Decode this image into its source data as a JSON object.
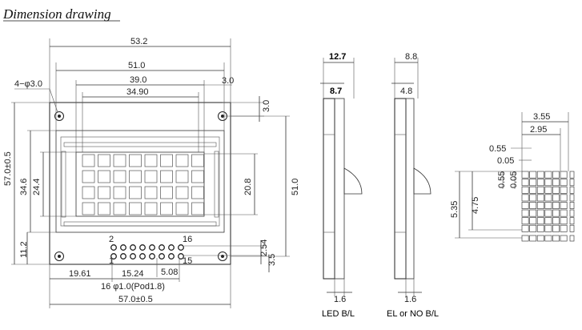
{
  "title": "Dimension drawing",
  "front_view": {
    "dims": {
      "width_overall": "53.2",
      "width_51": "51.0",
      "width_39": "39.0",
      "width_34_90": "34.90",
      "offset_3_0_top": "3.0",
      "offset_3_0_right": "3.0",
      "holes": "4−φ3.0",
      "height_57": "57.0±0.5",
      "height_34_6": "34.6",
      "height_24_4": "24.4",
      "height_11_2": "11.2",
      "height_20_8": "20.8",
      "height_51": "51.0",
      "pitch_2_54": "2.54",
      "offset_3_5": "3.5",
      "pin_offset_19_61": "19.61",
      "pin_span_15_24": "15.24",
      "pin_gap_5_08": "5.08",
      "pad_spec": "16  φ1.0(Pod1.8)",
      "bottom_57": "57.0±0.5"
    },
    "pin_labels": {
      "p2": "2",
      "p1": "1",
      "p16": "16",
      "p15": "15"
    }
  },
  "side_views": {
    "led": {
      "top_dim": "12.7",
      "inner_dim": "8.7",
      "bottom_dim": "1.6",
      "caption": "LED  B/L"
    },
    "el": {
      "top_dim": "8.8",
      "inner_dim": "4.8",
      "bottom_dim": "1.6",
      "caption": "EL or NO B/L"
    }
  },
  "dot_detail": {
    "dims": {
      "d3_55": "3.55",
      "d2_95": "2.95",
      "d0_55_h": "0.55",
      "d0_05_h": "0.05",
      "d0_55_v": "0.55",
      "d0_05_v": "0.05",
      "d5_35": "5.35",
      "d4_75": "4.75"
    }
  }
}
